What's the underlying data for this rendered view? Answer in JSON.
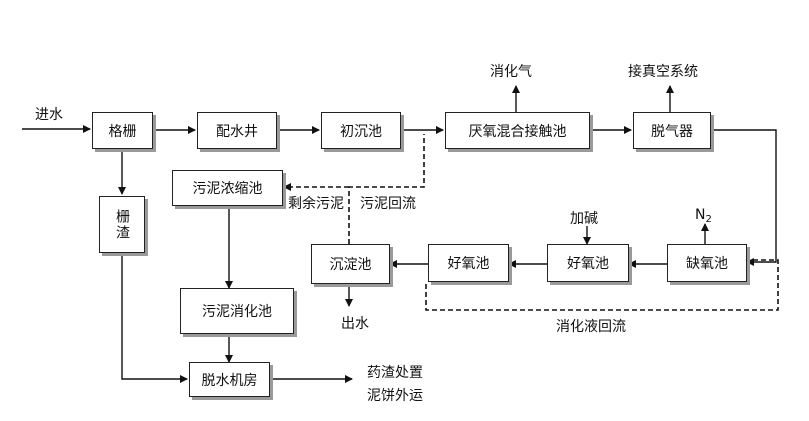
{
  "nodes": {
    "grille": "格栅",
    "distribution_well": "配水井",
    "primary_clarifier": "初沉池",
    "anaerobic_tank": "厌氧混合接触池",
    "degasser": "脱气器",
    "anoxic_tank": "缺氧池",
    "aerobic_tank_2": "好氧池",
    "aerobic_tank_1": "好氧池",
    "secondary_clarifier": "沉淀池",
    "sludge_thickener": "污泥浓缩池",
    "sludge_digester": "污泥消化池",
    "dewatering_room": "脱水机房",
    "screenings": "栅渣"
  },
  "labels": {
    "influent": "进水",
    "digester_gas": "消化气",
    "vacuum_system": "接真空系统",
    "add_alkali": "加碱",
    "n2": "N",
    "n2_sub": "2",
    "excess_sludge": "剩余污泥",
    "sludge_return": "污泥回流",
    "effluent": "出水",
    "digestate_return": "消化液回流",
    "residue_disposal": "药渣处置",
    "cake_transport": "泥饼外运"
  }
}
